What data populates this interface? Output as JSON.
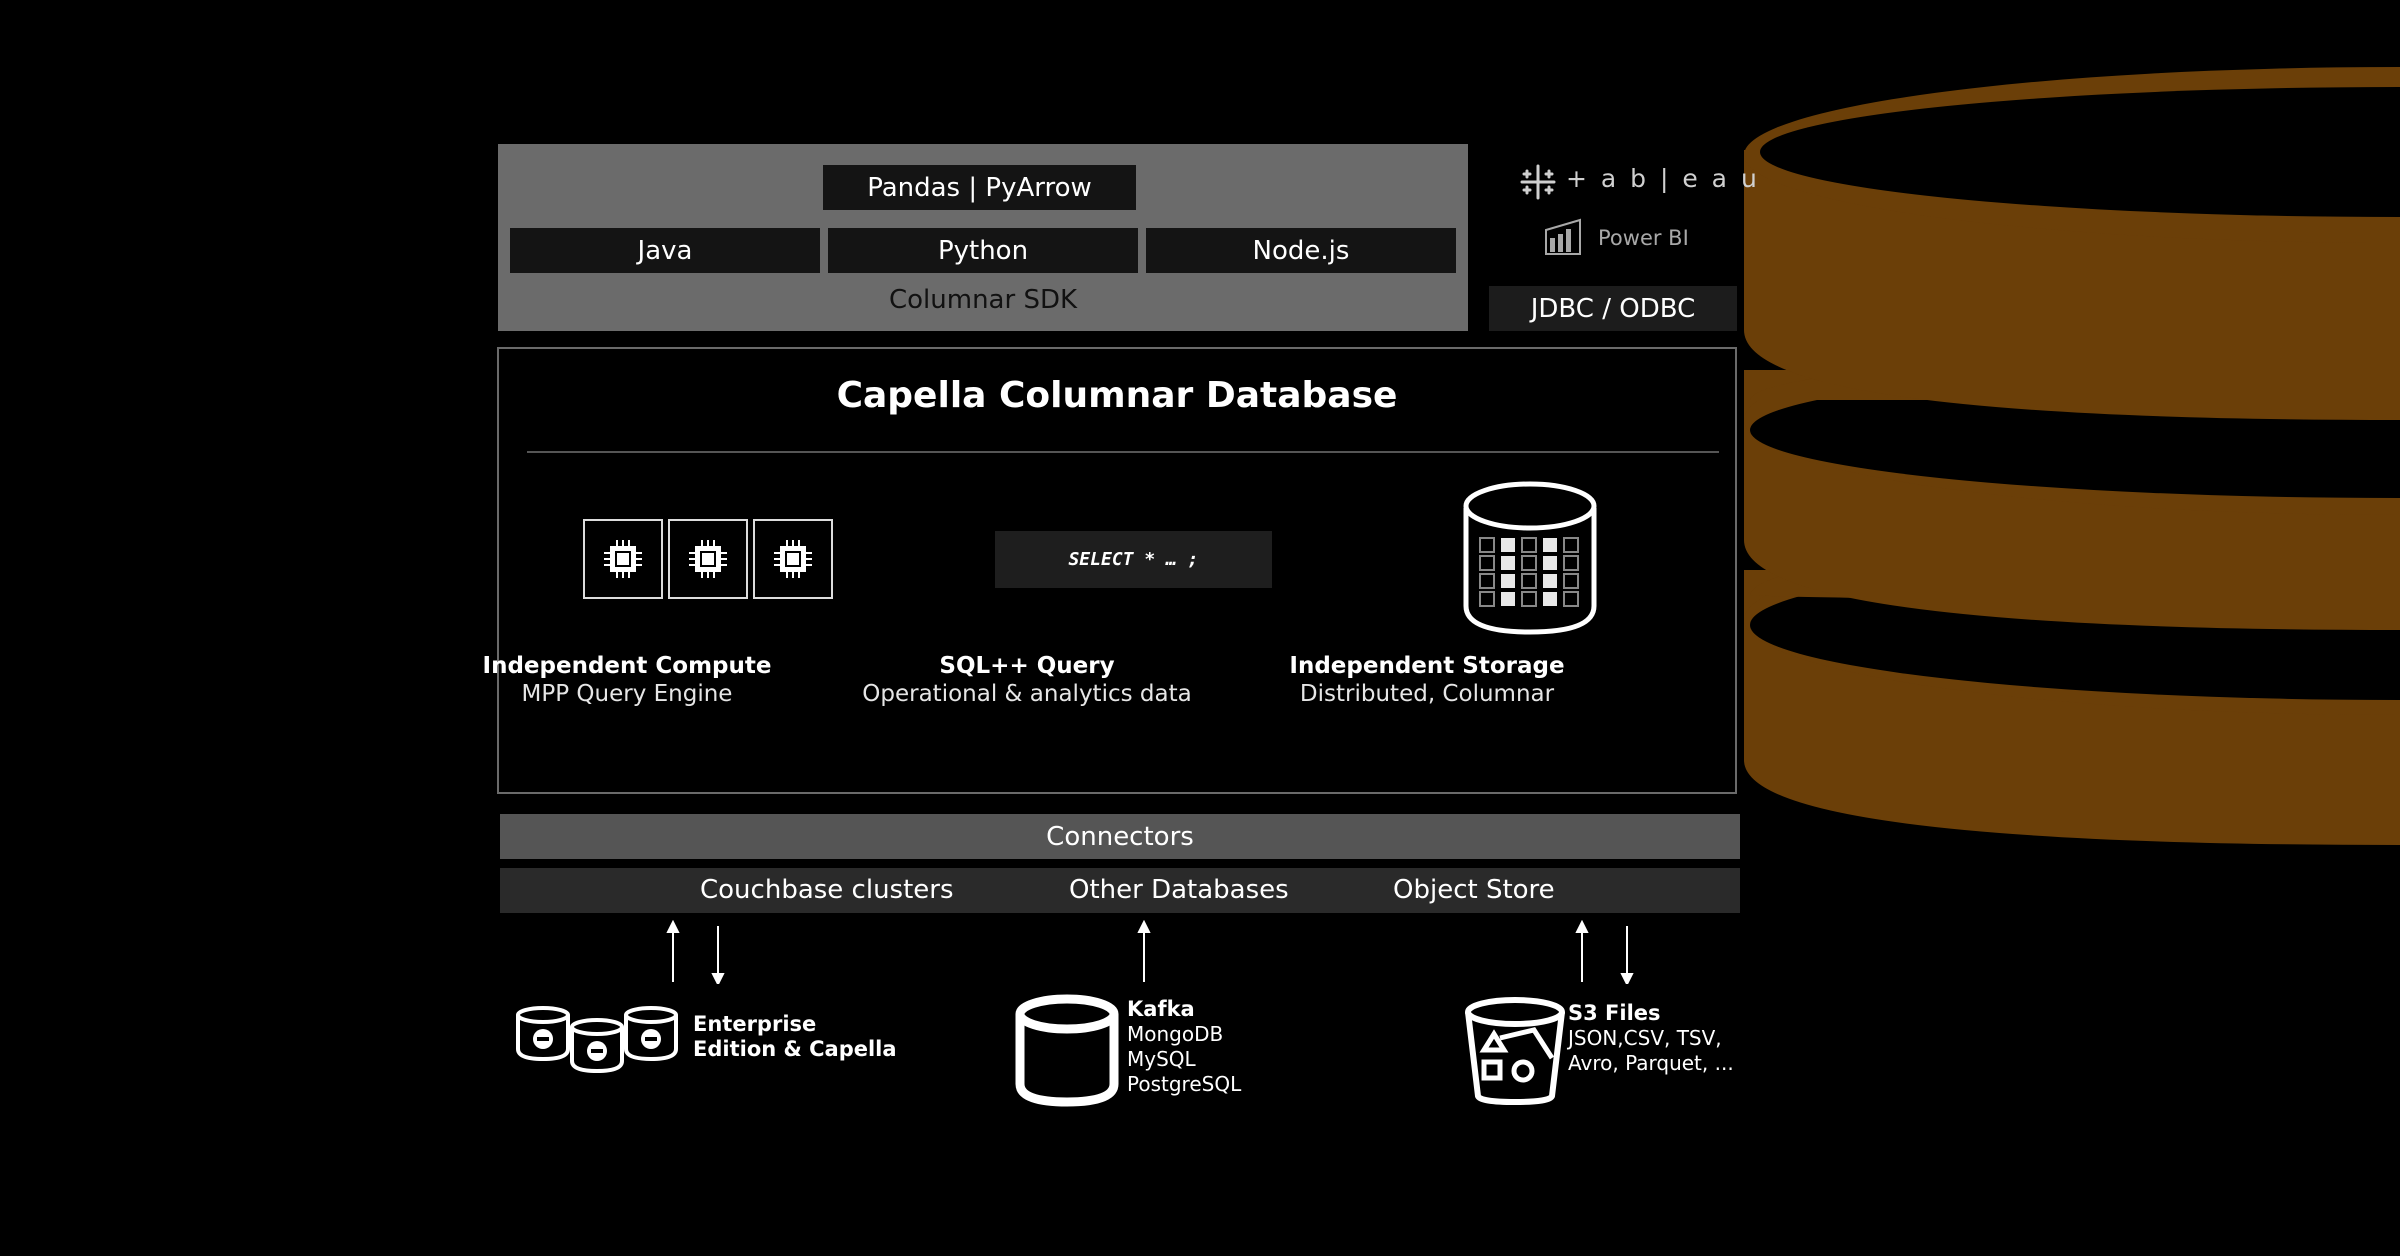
{
  "sdk": {
    "top_label": "Pandas | PyArrow",
    "languages": [
      "Java",
      "Python",
      "Node.js"
    ],
    "label": "Columnar SDK"
  },
  "bi_tools": {
    "tableau": "+ a b | e a u",
    "powerbi": "Power BI",
    "connector": "JDBC / ODBC"
  },
  "database": {
    "title": "Capella Columnar Database",
    "compute": {
      "title": "Independent Compute",
      "subtitle": "MPP Query Engine"
    },
    "query": {
      "code": "SELECT * … ;",
      "title": "SQL++ Query",
      "subtitle": "Operational & analytics data"
    },
    "storage": {
      "title": "Independent Storage",
      "subtitle": "Distributed, Columnar"
    }
  },
  "connectors": {
    "label": "Connectors",
    "sources": [
      "Couchbase clusters",
      "Other Databases",
      "Object Store"
    ]
  },
  "origins": {
    "couchbase": {
      "line1": "Enterprise",
      "line2": "Edition & Capella"
    },
    "databases": {
      "title": "Kafka",
      "items": [
        "MongoDB",
        "MySQL",
        "PostgreSQL"
      ]
    },
    "object_store": {
      "title": "S3 Files",
      "items": [
        "JSON,CSV, TSV,",
        "Avro, Parquet, ..."
      ]
    }
  },
  "colors": {
    "accent_cylinder": "#6b3f08",
    "panel_gray": "#6b6b6b"
  }
}
